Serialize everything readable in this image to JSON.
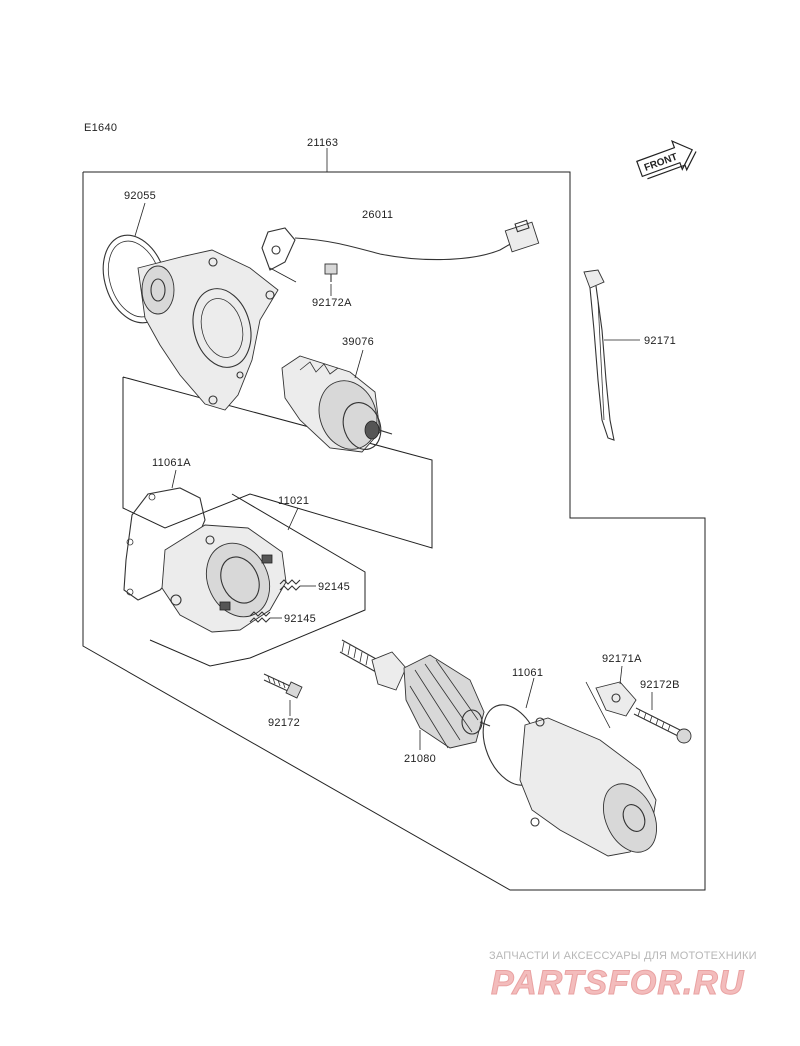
{
  "diagram": {
    "code": "E1640",
    "front_label": "FRONT",
    "labels": {
      "assembly": "21163",
      "p92055": "92055",
      "p26011": "26011",
      "p92172a": "92172A",
      "p39076": "39076",
      "p92171": "92171",
      "p11061a": "11061A",
      "p11021": "11021",
      "p92145_1": "92145",
      "p92145_2": "92145",
      "p92172": "92172",
      "p21080": "21080",
      "p11061": "11061",
      "p92171a": "92171A",
      "p92172b": "92172B"
    }
  },
  "watermark": {
    "tagline": "ЗАПЧАСТИ И АКСЕССУАРЫ ДЛЯ МОТОТЕХНИКИ",
    "brand": "PARTSFOR.RU"
  }
}
